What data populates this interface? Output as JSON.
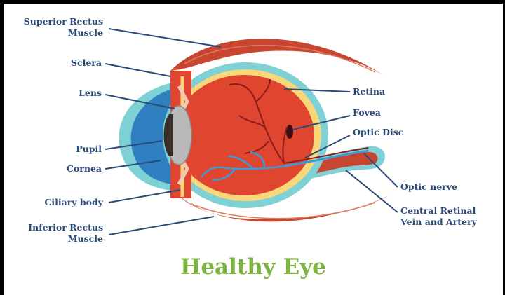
{
  "title": "Healthy Eye",
  "colors": {
    "label": "#2a4a78",
    "title": "#7bb340",
    "muscle": "#c8462f",
    "sclera_outline": "#7fd1d6",
    "retina": "#f7d77a",
    "eyeball": "#e0452f",
    "cornea": "#2f7fc1",
    "vessels": "#3a9bd6"
  },
  "labels": {
    "superior_rectus": "Superior Rectus\nMuscle",
    "sclera": "Sclera",
    "lens": "Lens",
    "pupil": "Pupil",
    "cornea": "Cornea",
    "ciliary_body": "Ciliary body",
    "inferior_rectus": "Inferior Rectus\nMuscle",
    "retina": "Retina",
    "fovea": "Fovea",
    "optic_disc": "Optic Disc",
    "optic_nerve": "Optic nerve",
    "central_retinal": "Central Retinal\nVein and Artery"
  }
}
